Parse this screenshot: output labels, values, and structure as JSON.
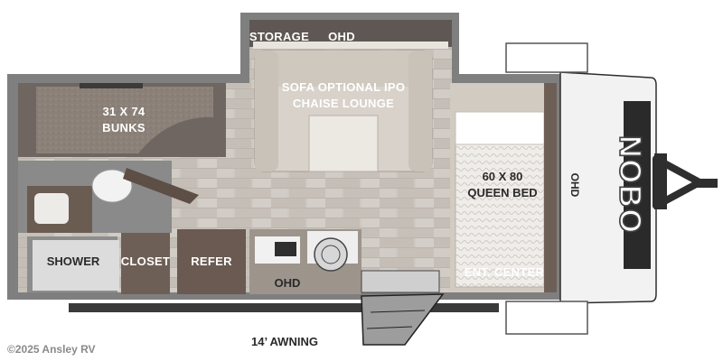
{
  "rooms": {
    "storage": "STORAGE",
    "ohd_top": "OHD",
    "sofa_line1": "SOFA OPTIONAL IPO",
    "sofa_line2": "CHAISE LOUNGE",
    "bunks_line1": "31 X 74",
    "bunks_line2": "BUNKS",
    "bed_line1": "60 X 80",
    "bed_line2": "QUEEN BED",
    "ent_center": "ENT. CENTER",
    "ohd_front": "OHD",
    "shower": "SHOWER",
    "closet": "CLOSET",
    "refer": "REFER",
    "ohd_kitchen": "OHD",
    "awning": "14’ AWNING"
  },
  "brand": "NOBO",
  "copyright": "©2025 Ansley RV",
  "colors": {
    "wall": "#8c8c8c",
    "floor": "#c9c4bc",
    "wood": "#7a6a60",
    "fabric": "#d8d2ca",
    "cap": "#f2f2f2"
  }
}
